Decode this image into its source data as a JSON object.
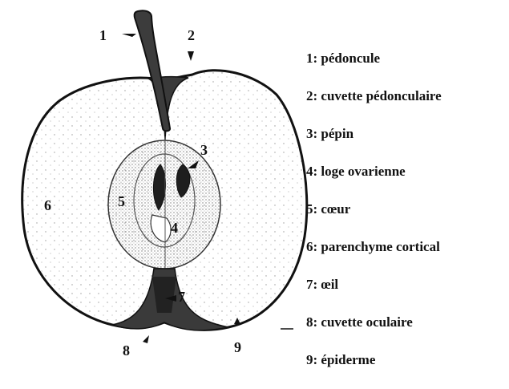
{
  "figure": {
    "callouts": [
      "1",
      "2",
      "3",
      "4",
      "5",
      "6",
      "7",
      "8",
      "9"
    ],
    "legend": [
      "1: pédoncule",
      "2: cuvette pédonculaire",
      "3: pépin",
      "4: loge ovarienne",
      "5: cœur",
      "6: parenchyme cortical",
      "7: œil",
      "8: cuvette oculaire",
      "9: épiderme"
    ],
    "colors": {
      "ink": "#111111",
      "stipple": "#8a8a8a",
      "background": "#ffffff"
    }
  }
}
